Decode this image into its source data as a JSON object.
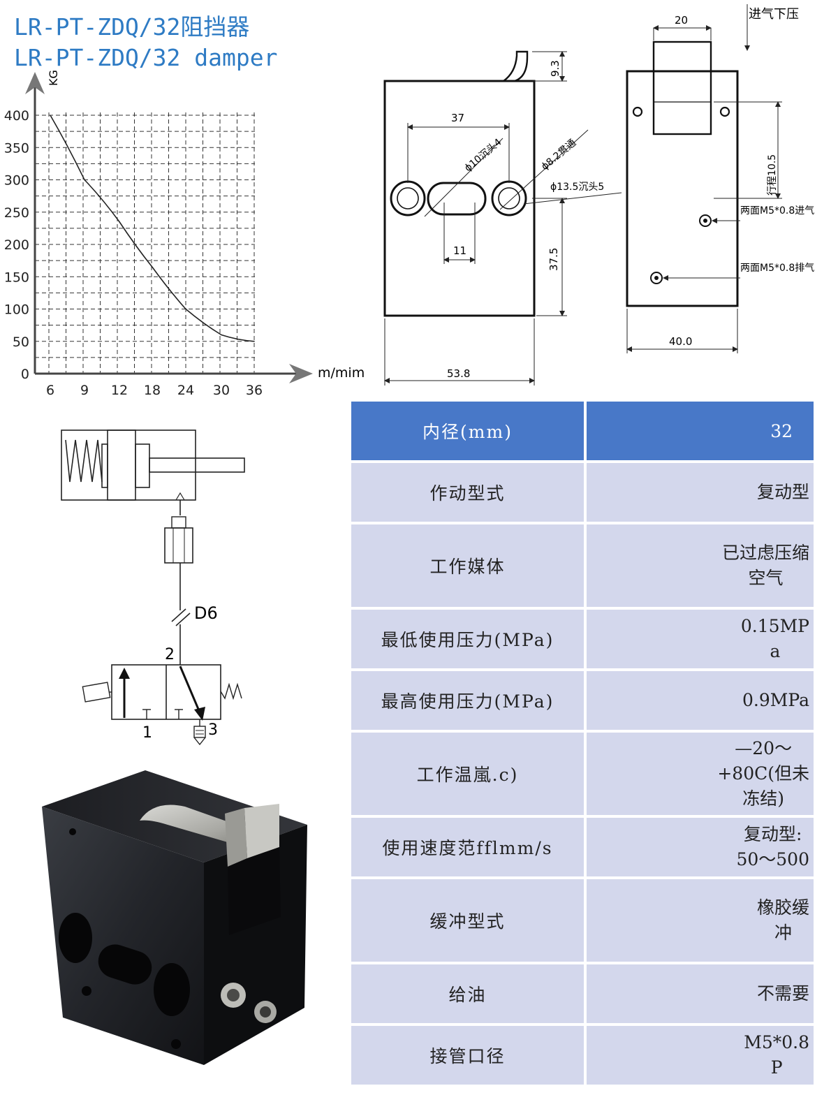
{
  "title": {
    "line1": "LR-PT-ZDQ/32阻挡器",
    "line2": "LR-PT-ZDQ/32 damper"
  },
  "chart_data": {
    "type": "line",
    "ylabel": "KG",
    "xlabel": "m/mim",
    "categories": [
      "6",
      "9",
      "12",
      "18",
      "24",
      "30",
      "36"
    ],
    "y_ticks": [
      0,
      50,
      100,
      150,
      200,
      250,
      300,
      350,
      400
    ],
    "ylim": [
      0,
      400
    ],
    "grid": true,
    "series": [
      {
        "x": [
          6,
          9,
          12,
          18,
          24,
          30,
          36
        ],
        "values": [
          400,
          300,
          235,
          165,
          100,
          60,
          50
        ]
      }
    ]
  },
  "drawing_front": {
    "dims": [
      "37",
      "11",
      "9.3",
      "37.5",
      "53.8"
    ],
    "notes": [
      "ϕ10沉头4",
      "ϕ8.2贯通",
      "ϕ13.5沉头5"
    ]
  },
  "drawing_side": {
    "dims": [
      "20",
      "40.0"
    ],
    "notes": [
      "进气下压",
      "行程10.5",
      "两面M5*0.8进气",
      "两面M5*0.8排气"
    ]
  },
  "schematic": {
    "tube_label": "D6",
    "port_2": "2",
    "port_1": "1",
    "port_3": "3"
  },
  "spec_table": {
    "header": {
      "key": "内径(mm)",
      "value": "32"
    },
    "rows": [
      {
        "key": "作动型式",
        "value": "复动型"
      },
      {
        "key": "工作媒体",
        "value": "已过虑压缩\n空气"
      },
      {
        "key": "最低使用压力(MPa)",
        "value": "0.15MP\na"
      },
      {
        "key": "最高使用压力(MPa)",
        "value": "0.9MPa"
      },
      {
        "key": "工作温嵐.c)",
        "value": "—20～\n+80C(但未\n冻结)"
      },
      {
        "key": "使用速度范fflmm/s",
        "value": "复动型:\n50～500"
      },
      {
        "key": "缓冲型式",
        "value": "橡胶缓\n冲"
      },
      {
        "key": "给油",
        "value": "不需要"
      },
      {
        "key": "接管口径",
        "value": "M5*0.8\nP"
      }
    ]
  }
}
